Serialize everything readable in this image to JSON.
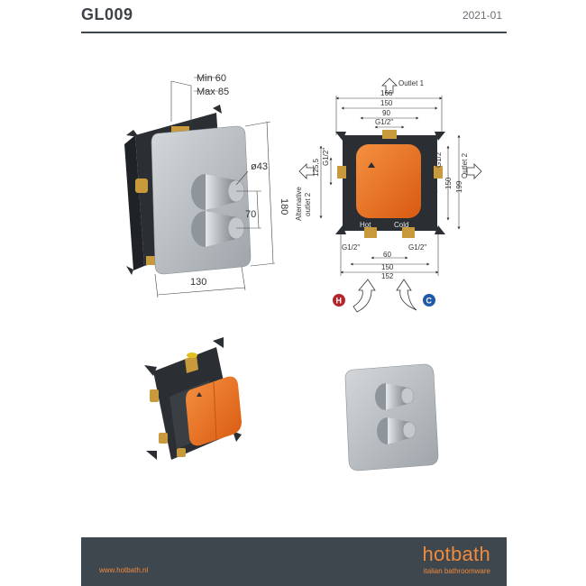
{
  "header": {
    "title": "GL009",
    "date": "2021-01"
  },
  "drawing_iso": {
    "depth_min": "Min 60",
    "depth_max": "Max 85",
    "knob_diameter": "ø43",
    "height": "180",
    "knob_spacing": "70",
    "width": "130"
  },
  "drawing_front": {
    "outlet1": "Outlet 1",
    "outlet2": "Outlet 2",
    "alt_outlet2_line1": "Alternative",
    "alt_outlet2_line2": "outlet 2",
    "dim_166": "166",
    "dim_150_top": "150",
    "dim_90": "90",
    "thread_top": "G1/2\"",
    "dim_125_5": "125,5",
    "thread_left": "G1/2\"",
    "thread_right": "G1/2\"",
    "dim_150_right": "150",
    "dim_199": "199",
    "label_hot": "Hot",
    "label_cold": "Cold",
    "thread_bottom_left": "G1/2\"",
    "thread_bottom_right": "G1/2\"",
    "dim_60": "60",
    "dim_150_bottom": "150",
    "dim_152": "152",
    "badge_hot": "H",
    "badge_cold": "C"
  },
  "colors": {
    "orange": "#f2711c",
    "dark_frame": "#2b2f33",
    "plate": "#b9bec2",
    "brass": "#c99a3b",
    "hot_badge": "#b3252b",
    "cold_badge": "#1f5aa6",
    "footer_bg": "#3f474e",
    "brand": "#f08a3c"
  },
  "footer": {
    "url": "www.hotbath.nl",
    "brand_name": "hotbath",
    "brand_tagline": "italian bathroomware"
  }
}
